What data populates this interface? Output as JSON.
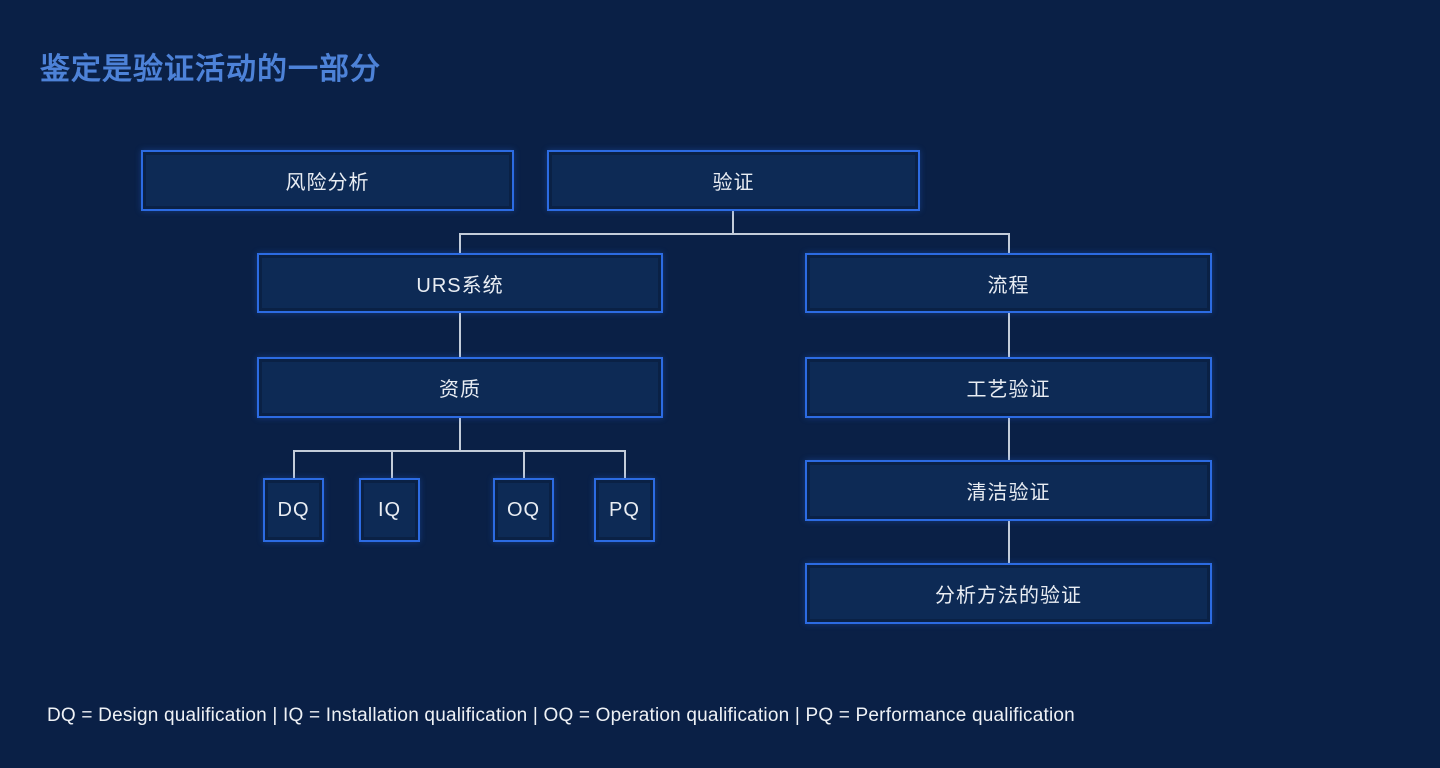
{
  "page": {
    "title": "鉴定是验证活动的一部分",
    "background_color": "#0a2046",
    "title_color": "#4d82d8"
  },
  "diagram": {
    "box_border_color": "#2c6be2",
    "box_fill_color": "#0d2a55",
    "connector_color": "#c3ccd9",
    "box_text_color": "#e9edf3",
    "nodes": {
      "risk_analysis": "风险分析",
      "validation": "验证",
      "urs_system": "URS系统",
      "process": "流程",
      "qualification": "资质",
      "process_validation": "工艺验证",
      "cleaning_validation": "清洁验证",
      "analytical_method_validation": "分析方法的验证",
      "dq": "DQ",
      "iq": "IQ",
      "oq": "OQ",
      "pq": "PQ"
    }
  },
  "footer": {
    "legend": "DQ = Design qualification | IQ = Installation qualification | OQ = Operation qualification | PQ = Performance qualification"
  }
}
